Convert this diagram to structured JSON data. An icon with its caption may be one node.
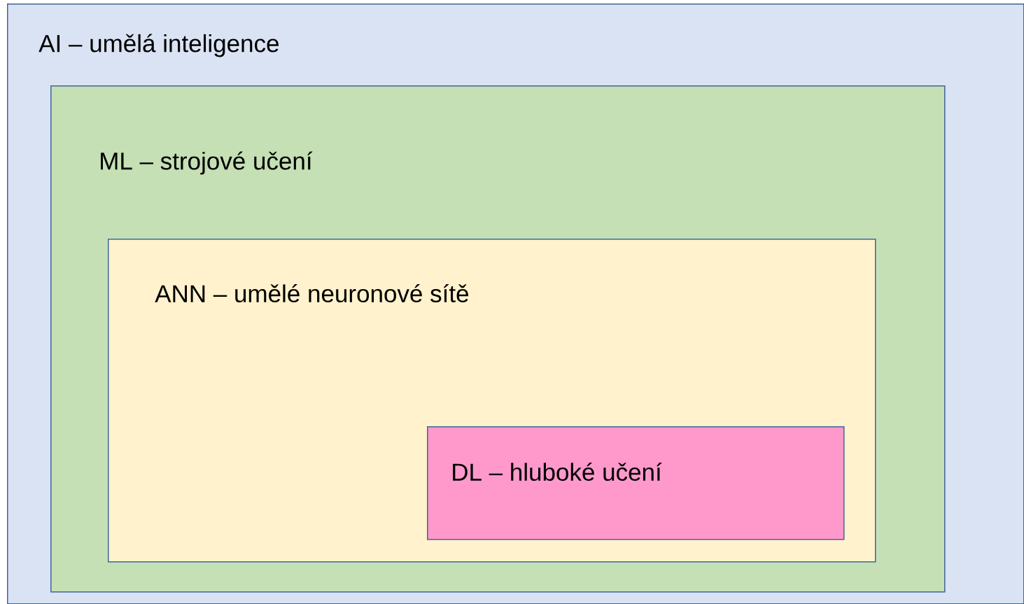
{
  "diagram": {
    "nodes": [
      {
        "text": [
          "AI – umělá inteligence"
        ]
      },
      {
        "text": [
          "ML – strojové učení"
        ],
        "in": 0
      },
      {
        "text": [
          "ANN – umělé neuronové sítě"
        ],
        "in": 1
      },
      {
        "text": [
          "DL – hluboké učení"
        ],
        "in": 2
      }
    ]
  }
}
